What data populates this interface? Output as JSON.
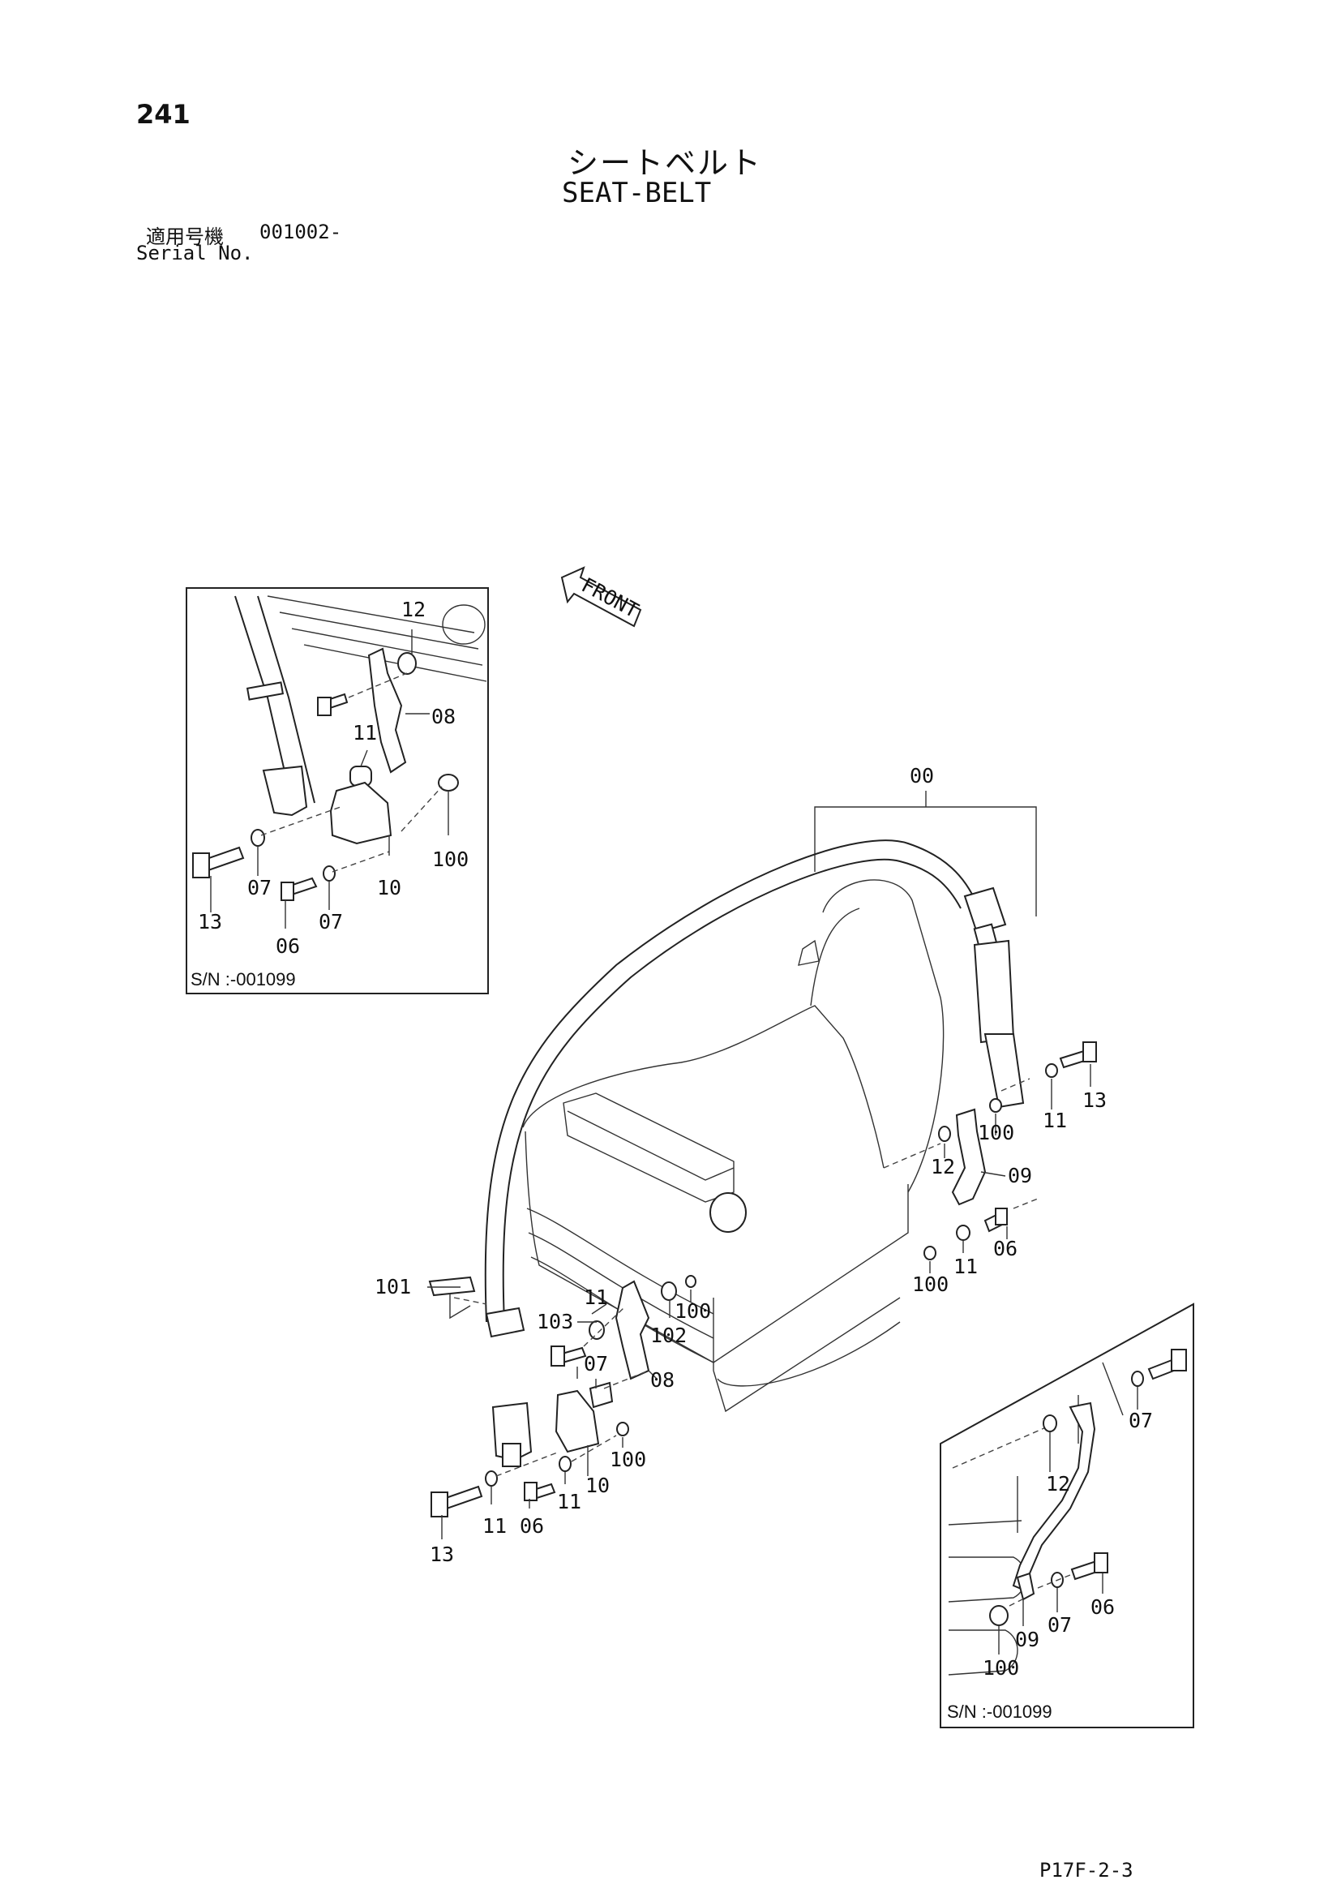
{
  "page": {
    "number": "241",
    "title_jp": "シートベルト",
    "title_en": "SEAT-BELT",
    "serial_label_jp": "適用号機",
    "serial_value": "001002-",
    "serial_label_en": "Serial No.",
    "drawing_code": "P17F-2-3"
  },
  "diagram": {
    "front_arrow_label": "FRONT",
    "main_labels": [
      "00",
      "101",
      "103",
      "07",
      "11",
      "08",
      "102",
      "100",
      "10",
      "13",
      "06",
      "12",
      "09"
    ],
    "inset_left": {
      "note": "S/N :-001099",
      "labels": [
        "12",
        "08",
        "11",
        "13",
        "07",
        "06",
        "10",
        "100"
      ]
    },
    "inset_right": {
      "note": "S/N :-001099",
      "labels": [
        "07",
        "12",
        "06",
        "07",
        "09",
        "100"
      ]
    }
  }
}
